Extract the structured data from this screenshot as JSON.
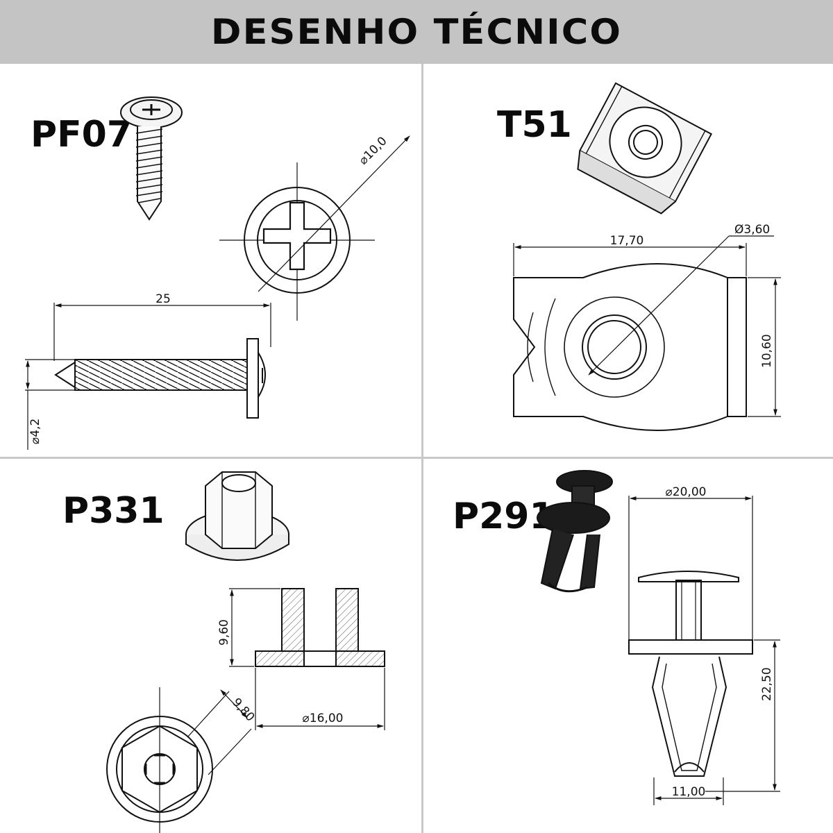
{
  "header": {
    "title": "DESENHO TÉCNICO"
  },
  "parts": {
    "pf07": {
      "code": "PF07",
      "dims": {
        "diameter_head": "⌀10,0",
        "length": "25",
        "diameter_shank": "⌀4,2"
      }
    },
    "t51": {
      "code": "T51",
      "dims": {
        "width": "17,70",
        "hole": "Ø3,60",
        "height": "10,60"
      }
    },
    "p331": {
      "code": "P331",
      "dims": {
        "height": "9,60",
        "base_diameter": "⌀16,00",
        "flat": "9,80"
      }
    },
    "p291": {
      "code": "P291",
      "dims": {
        "head_diameter": "⌀20,00",
        "length": "22,50",
        "leg_width": "11,00"
      }
    }
  }
}
